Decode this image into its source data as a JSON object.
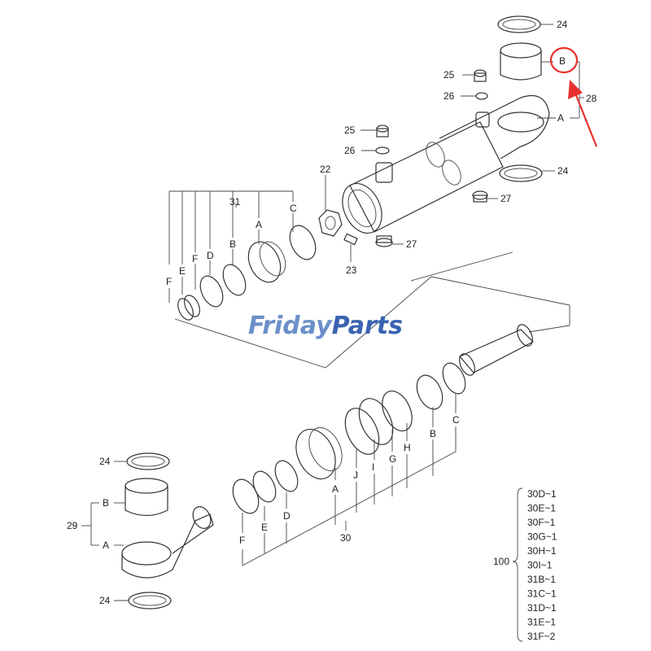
{
  "watermark": {
    "part1": "Friday",
    "part2": "Parts",
    "color1": "#6b8fc9",
    "color2": "#3a63b0"
  },
  "highlight_color": "#e8312c",
  "labels": {
    "l24a": "24",
    "l24b": "24",
    "l24c": "24",
    "l24d": "24",
    "lB_top": "B",
    "lA_top": "A",
    "l28": "28",
    "l25a": "25",
    "l25b": "25",
    "l26a": "26",
    "l26b": "26",
    "l27a": "27",
    "l27b": "27",
    "l22": "22",
    "l23": "23",
    "l31": "31",
    "l31A": "A",
    "l31B": "B",
    "l31C": "C",
    "l31D": "D",
    "l31E": "E",
    "l31F1": "F",
    "l31F2": "F",
    "l30": "30",
    "l30A": "A",
    "l30J": "J",
    "l30I": "I",
    "l30G": "G",
    "l30H": "H",
    "l30B": "B",
    "l30C": "C",
    "l30D": "D",
    "l30E": "E",
    "l30F": "F",
    "l29": "29",
    "lB_bot": "B",
    "lA_bot": "A"
  },
  "kit": {
    "label": "100",
    "items": [
      "30D~1",
      "30E~1",
      "30F~1",
      "30G~1",
      "30H~1",
      "30I~1",
      "31B~1",
      "31C~1",
      "31D~1",
      "31E~1",
      "31F~2"
    ]
  }
}
